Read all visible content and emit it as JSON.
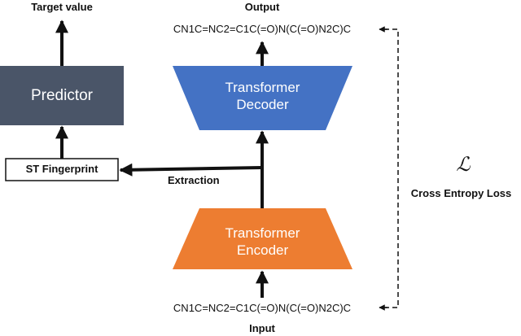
{
  "labels": {
    "target_value": "Target value",
    "output": "Output",
    "output_smiles": "CN1C=NC2=C1C(=O)N(C(=O)N2C)C",
    "input": "Input",
    "input_smiles": "CN1C=NC2=C1C(=O)N(C(=O)N2C)C",
    "extraction": "Extraction",
    "loss_symbol": "ℒ",
    "loss_name": "Cross Entropy Loss"
  },
  "boxes": {
    "predictor": "Predictor",
    "fingerprint": "ST Fingerprint",
    "decoder_line1": "Transformer",
    "decoder_line2": "Decoder",
    "encoder_line1": "Transformer",
    "encoder_line2": "Encoder"
  },
  "colors": {
    "predictor": "#4a5568",
    "decoder": "#4472c4",
    "encoder": "#ed7d31",
    "arrow": "#111111"
  }
}
